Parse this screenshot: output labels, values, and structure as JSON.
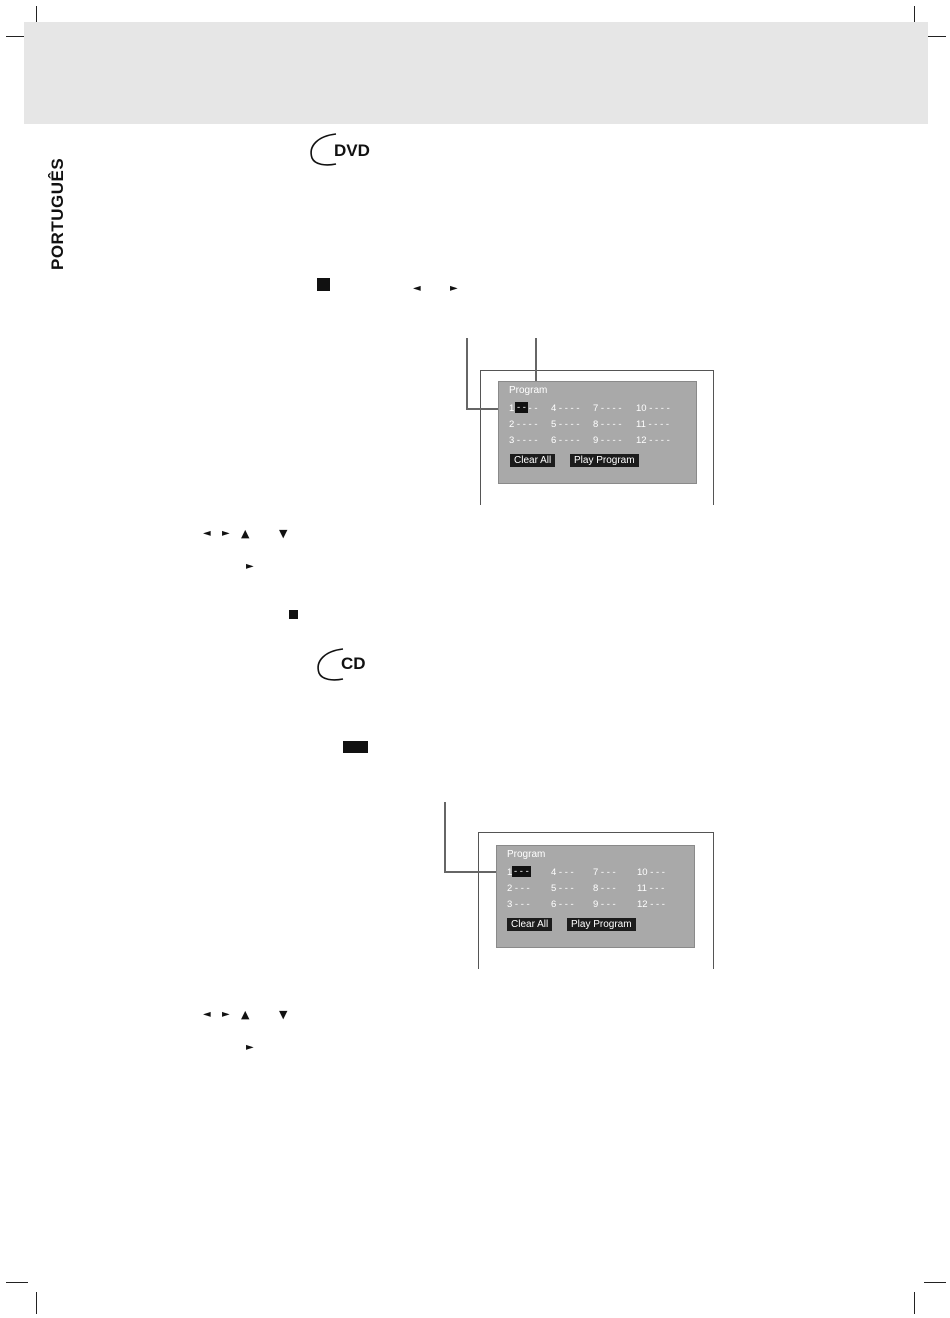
{
  "sidebar": {
    "language_tab": "PORTUGUÊS"
  },
  "dvd_section": {
    "logo": "DVD",
    "osd": {
      "title": "Program",
      "slots": [
        "1 - - - -",
        "2 - - - -",
        "3 - - - -",
        "4 - - - -",
        "5 - - - -",
        "6 - - - -",
        "7 - - - -",
        "8 - - - -",
        "9 - - - -",
        "10 - - - -",
        "11 - - - -",
        "12 - - - -"
      ],
      "clear_all": "Clear All",
      "play_program": "Play Program",
      "selected_text": "- -"
    }
  },
  "cd_section": {
    "logo": "CD",
    "osd": {
      "title": "Program",
      "slots": [
        "1 - - -",
        "2 - - -",
        "3 - - -",
        "4 - - -",
        "5 - - -",
        "6 - - -",
        "7 - - -",
        "8 - - -",
        "9 - - -",
        "10 - - -",
        "11 - - -",
        "12 - - -"
      ],
      "clear_all": "Clear All",
      "play_program": "Play Program",
      "selected_text": "- - -"
    }
  },
  "icons": {
    "left": "◄",
    "right": "►",
    "up": "▲",
    "down": "▼"
  }
}
